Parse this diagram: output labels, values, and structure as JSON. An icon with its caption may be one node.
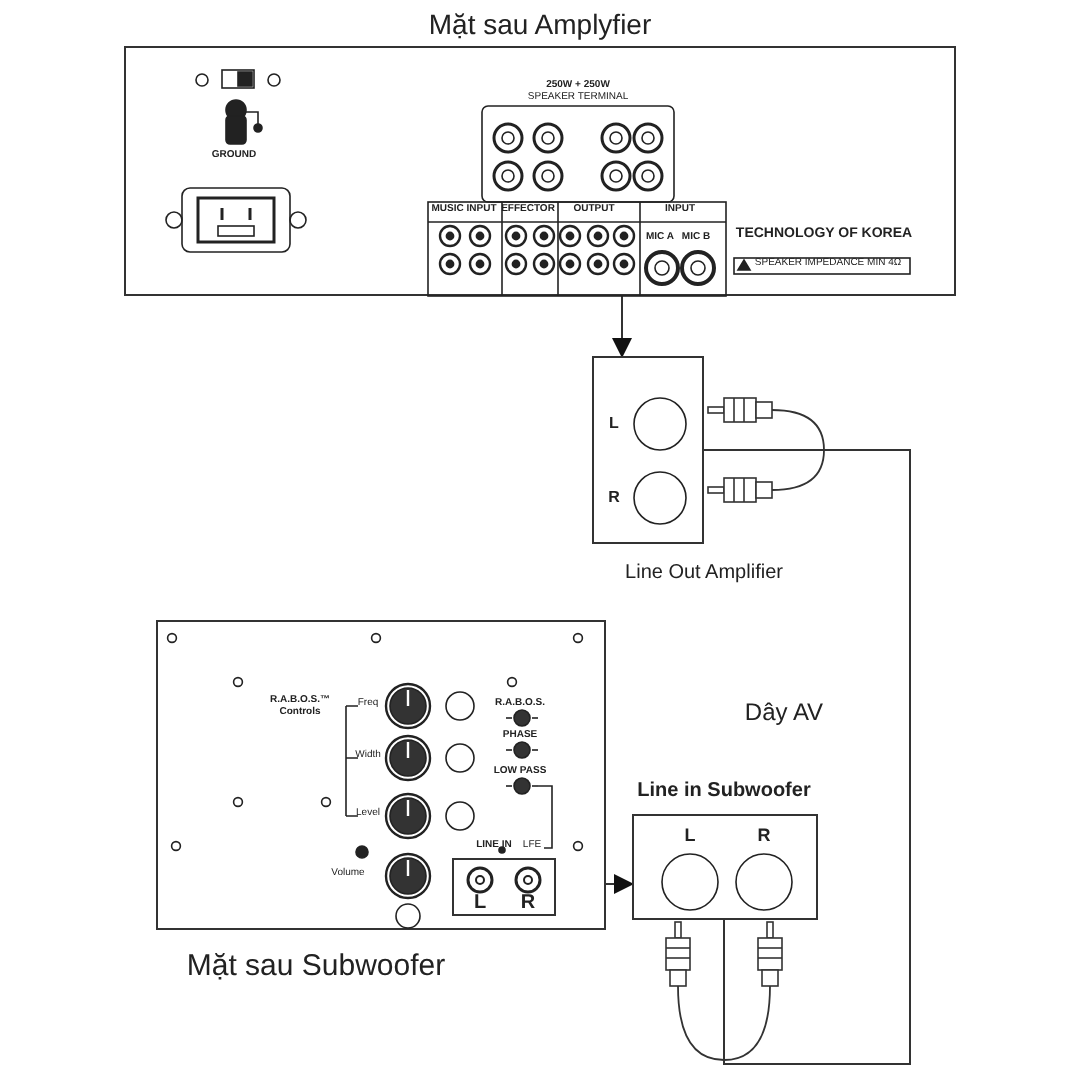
{
  "diagram": {
    "nodes": [
      {
        "text": [],
        "shape": "box",
        "beside": [
          "Mặt sau Amplyfier"
        ]
      },
      {
        "text": [
          "L",
          "R"
        ],
        "beside": [
          "Line Out Amplifier"
        ]
      },
      {
        "text": [],
        "shape": "box",
        "beside": [
          "Mặt sau Subwoofer"
        ]
      },
      {
        "text": [
          "L",
          "R"
        ],
        "in": 2
      },
      {
        "text": [
          "L",
          "R"
        ],
        "beside": [
          "Line in Subwoofer"
        ]
      }
    ],
    "edges": [
      {
        "from": 0,
        "to": 1,
        "arrow": "to"
      },
      {
        "from": 3,
        "to": 4,
        "arrow": "to"
      },
      {
        "from": 1,
        "to": 4,
        "arrow": "none",
        "label": "Dây AV"
      }
    ],
    "labels": [
      "GROUND",
      "250W + 250W",
      "SPEAKER TERMINAL",
      "MUSIC INPUT",
      "EFFECTOR",
      "OUTPUT",
      "INPUT",
      "MIC A",
      "MIC B",
      "TECHNOLOGY OF KOREA",
      "SPEAKER IMPEDANCE MIN 4Ω",
      "R.A.B.O.S.™ Controls",
      "Freq",
      "R.A.B.O.S.",
      "Width",
      "PHASE",
      "LOW PASS",
      "Level",
      "LINE IN",
      "LFE",
      "Volume"
    ]
  }
}
